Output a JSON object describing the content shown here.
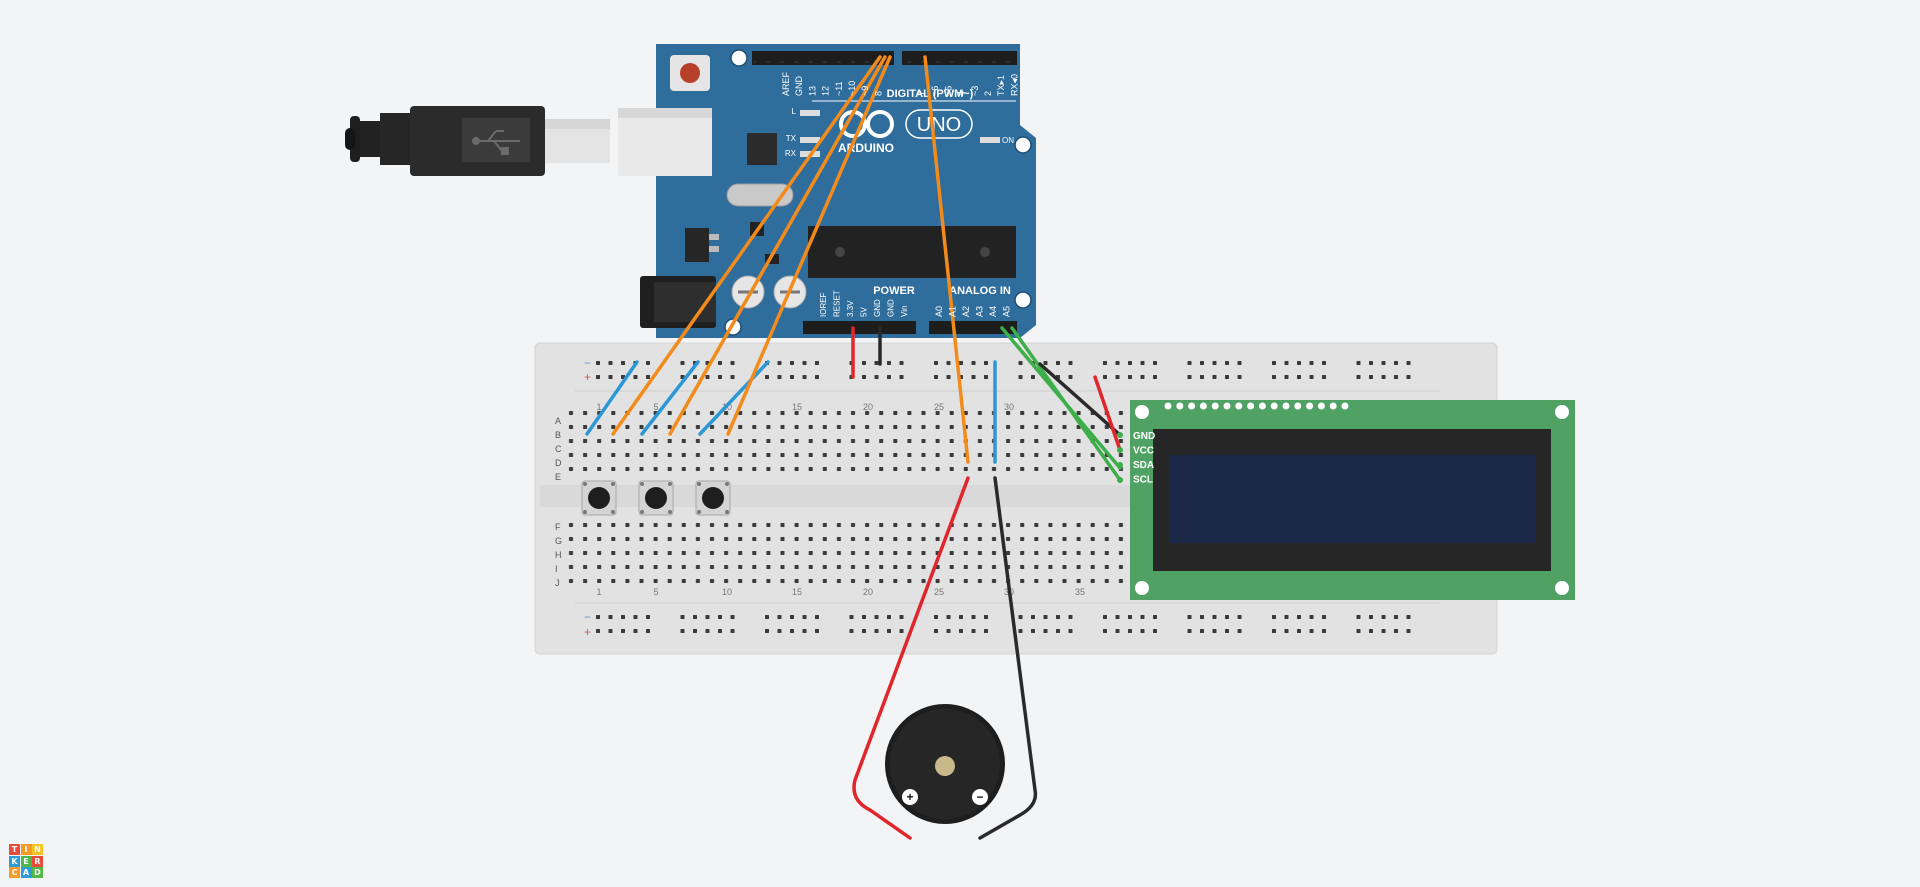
{
  "arduino": {
    "brand": "ARDUINO",
    "model": "UNO",
    "digital_header": "DIGITAL (PWM~)",
    "on_label": "ON",
    "led_labels": [
      "L",
      "TX",
      "RX"
    ],
    "digital_pins": [
      "AREF",
      "GND",
      "13",
      "12",
      "~11",
      "~10",
      "~9",
      "8",
      "7",
      "~6",
      "~5",
      "4",
      "~3",
      "2",
      "TX▸1",
      "RX◂0"
    ],
    "power_header": "POWER",
    "analog_header": "ANALOG IN",
    "power_pins": [
      "IOREF",
      "RESET",
      "3.3V",
      "5V",
      "GND",
      "GND",
      "Vin"
    ],
    "analog_pins": [
      "A0",
      "A1",
      "A2",
      "A3",
      "A4",
      "A5"
    ]
  },
  "breadboard": {
    "rows_top": [
      "A",
      "B",
      "C",
      "D",
      "E"
    ],
    "rows_bottom": [
      "F",
      "G",
      "H",
      "I",
      "J"
    ],
    "col_numbers": [
      "1",
      "5",
      "10",
      "15",
      "20",
      "25",
      "30",
      "35"
    ],
    "rail_plus": "+",
    "rail_minus": "−"
  },
  "lcd": {
    "pins": [
      "GND",
      "VCC",
      "SDA",
      "SCL"
    ]
  },
  "buzzer": {
    "plus": "+",
    "minus": "−"
  },
  "colors": {
    "background": "#f3f4f6",
    "arduino_board": "#2f6d9c",
    "breadboard": "#e2e2e2",
    "lcd_board": "#4fa264",
    "lcd_screen": "#1b2747",
    "wire_orange": "#f28b1b",
    "wire_blue": "#2b97d4",
    "wire_red": "#e0262b",
    "wire_black": "#2a2a2a",
    "wire_green": "#3dae49"
  },
  "logo": {
    "letters": [
      "T",
      "I",
      "N",
      "K",
      "E",
      "R",
      "C",
      "A",
      "D"
    ],
    "colors": [
      "#e94b3c",
      "#f49c28",
      "#f6c325",
      "#2e9dd6",
      "#4fb848",
      "#e94b3c",
      "#f49c28",
      "#2e9dd6",
      "#4fb848"
    ]
  }
}
